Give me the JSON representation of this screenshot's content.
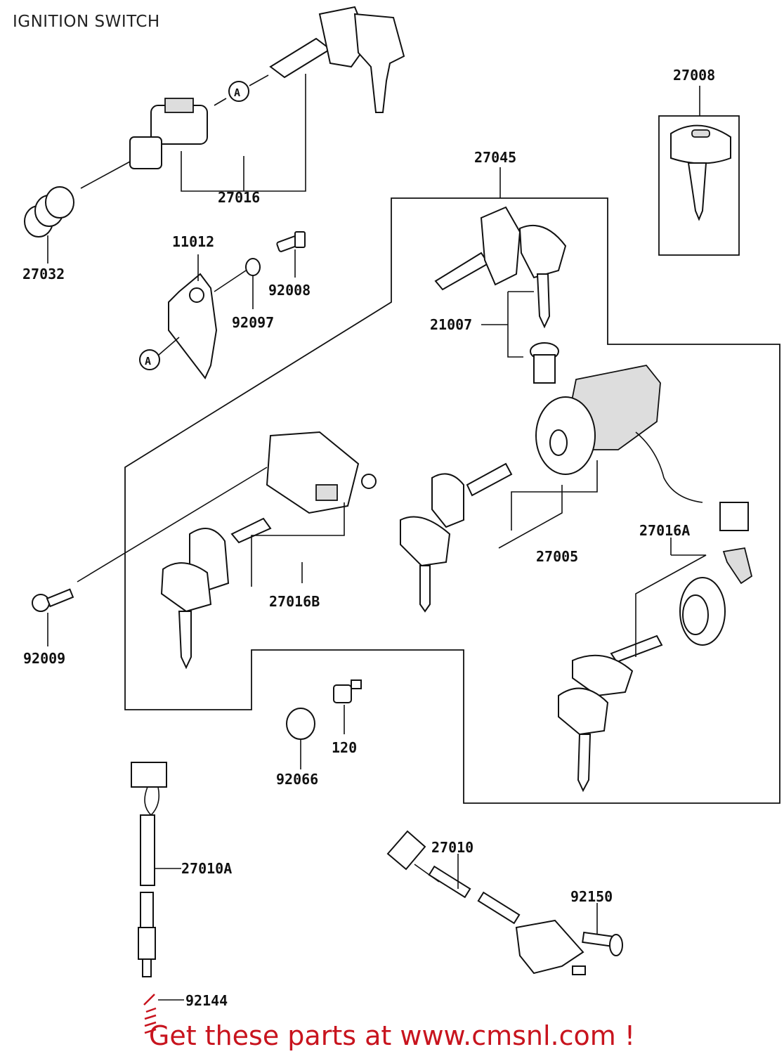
{
  "title": "IGNITION SWITCH",
  "callout_letter": "A",
  "labels": {
    "p27016": "27016",
    "p27032": "27032",
    "p11012": "11012",
    "p92008": "92008",
    "p92097": "92097",
    "p27008": "27008",
    "p27045": "27045",
    "p21007": "21007",
    "p27005": "27005",
    "p27016A": "27016A",
    "p27016B": "27016B",
    "p92009": "92009",
    "p120": "120",
    "p92066": "92066",
    "p27010A": "27010A",
    "p27010": "27010",
    "p92150": "92150",
    "p92144": "92144"
  },
  "footer": "Get these parts at www.cmsnl.com !",
  "colors": {
    "footer": "#c8141e",
    "line": "#111111"
  }
}
